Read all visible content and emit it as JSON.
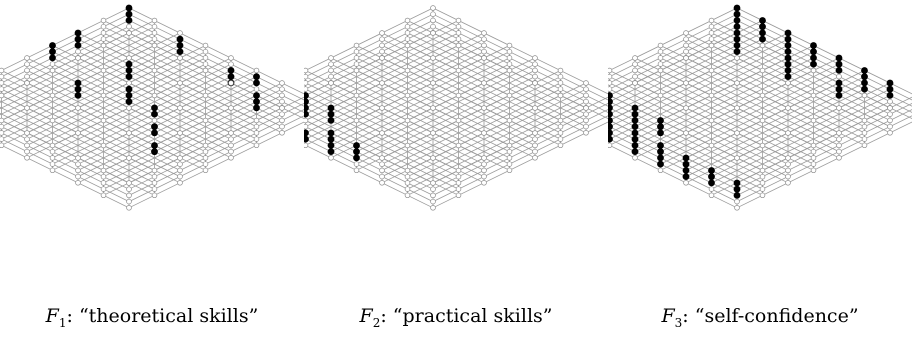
{
  "panels": [
    {
      "factor": "F",
      "index": "1",
      "label": "“theoretical skills”"
    },
    {
      "factor": "F",
      "index": "2",
      "label": "“practical skills”"
    },
    {
      "factor": "F",
      "index": "3",
      "label": "“self-confidence”"
    }
  ],
  "colors": {
    "lattice_line": "#9a9a9a",
    "open_node_fill": "#ffffff",
    "open_node_stroke": "#8a8a8a",
    "filled_node": "#000000"
  }
}
